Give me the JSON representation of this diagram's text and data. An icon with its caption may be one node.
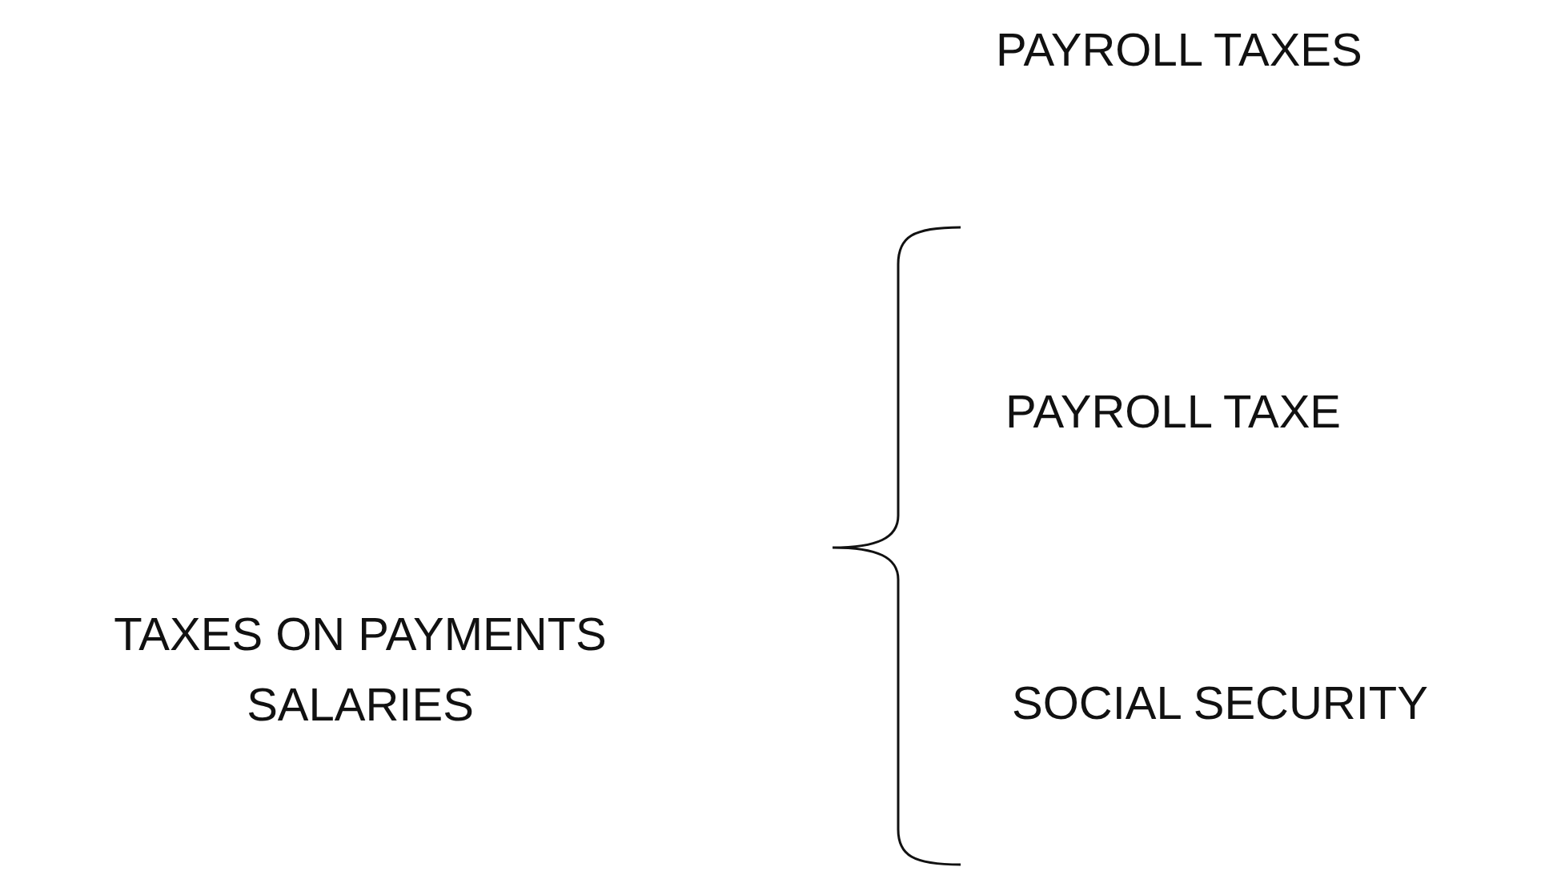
{
  "diagram": {
    "title": "PAYROLL TAXES",
    "labels": [
      "TAXES ON PAYMENTS SALARIES",
      "PAYROLL TAXE",
      "SOCIAL SECURITY"
    ]
  }
}
